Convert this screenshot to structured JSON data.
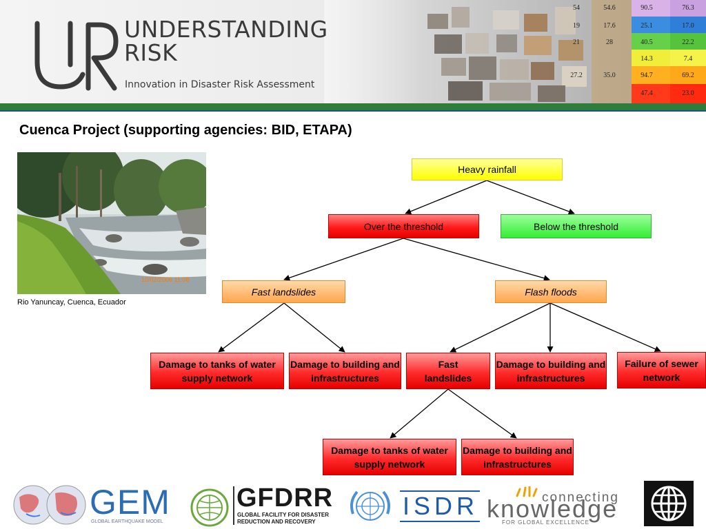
{
  "banner": {
    "logo_line1": "UNDERSTANDING",
    "logo_line2": "RISK",
    "tagline": "Innovation in Disaster Risk Assessment",
    "stats": [
      [
        "54",
        "54.6",
        "90.5",
        "76.3"
      ],
      [
        "19",
        "17.6",
        "25.1",
        "17.0"
      ],
      [
        "21",
        "28",
        "40.5",
        "22.2"
      ],
      [
        "",
        "",
        "14.3",
        "7.4"
      ],
      [
        "27.2",
        "35.0",
        "94.7",
        "69.2"
      ],
      [
        "",
        "",
        "47.4",
        "23.0"
      ]
    ]
  },
  "title": "Cuenca Project (supporting agencies: BID, ETAPA)",
  "photo": {
    "caption": "Rio Yanuncay, Cuenca, Ecuador",
    "date_stamp": "10/02/2006 11:08"
  },
  "diagram": {
    "root": "Heavy rainfall",
    "over": "Over the threshold",
    "below": "Below the threshold",
    "fast_landslides": "Fast landslides",
    "flash_floods": "Flash floods",
    "dmg_tanks_1": "Damage to tanks of water supply network",
    "dmg_building_1": "Damage to building and infrastructures",
    "fast_landslides_2": "Fast landslides",
    "dmg_building_2": "Damage to building and infrastructures",
    "failure_sewer": "Failure of sewer network",
    "dmg_tanks_3": "Damage to tanks of water supply network",
    "dmg_building_3": "Damage to building and infrastructures"
  },
  "footer": {
    "gem": "GEM",
    "gem_sub": "GLOBAL EARTHQUAKE MODEL",
    "gfdrr": "GFDRR",
    "gfdrr_sub1": "GLOBAL FACILITY FOR DISASTER",
    "gfdrr_sub2": "REDUCTION AND RECOVERY",
    "isdr": "ISDR",
    "ck_top": "connecting",
    "ck_main": "knowledge",
    "ck_sub": "FOR GLOBAL EXCELLENCE"
  }
}
